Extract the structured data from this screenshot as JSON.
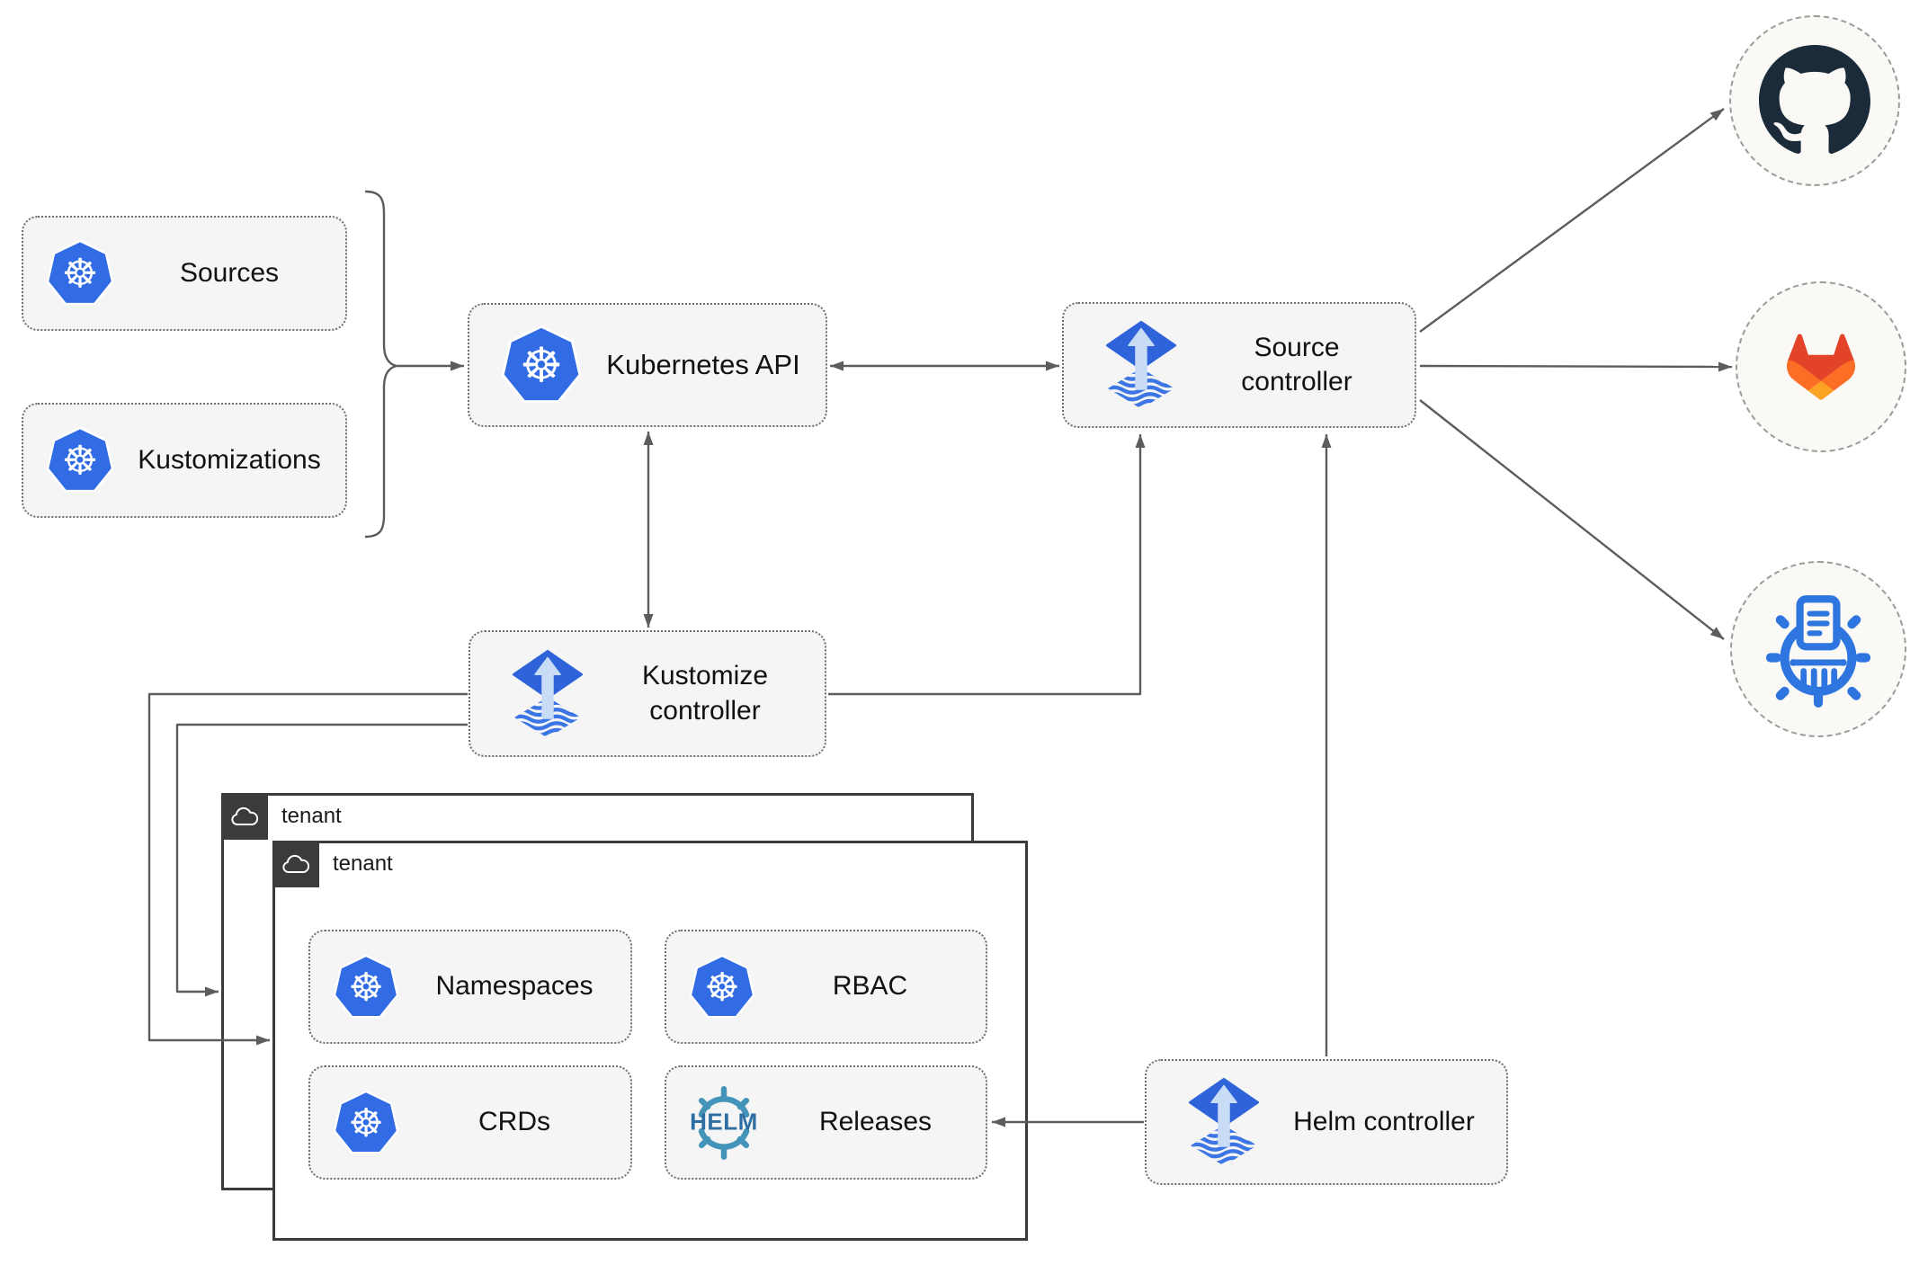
{
  "nodes": {
    "sources": "Sources",
    "kustomizations": "Kustomizations",
    "kubernetes_api": "Kubernetes API",
    "source_controller": "Source controller",
    "kustomize_controller": "Kustomize controller",
    "helm_controller": "Helm controller",
    "namespaces": "Namespaces",
    "rbac": "RBAC",
    "crds": "CRDs",
    "releases": "Releases"
  },
  "groups": {
    "outer_tenant_label": "tenant",
    "inner_tenant_label": "tenant"
  },
  "logos": {
    "helm_text": "HELM"
  },
  "icons": {
    "kubernetes-icon": "blue heptagon with white ship wheel",
    "flux-icon": "blue diamond with light up-arrow over striped diamond",
    "helm-icon": "teal ship wheel with HELM wordmark",
    "github-icon": "dark octocat in ring",
    "gitlab-icon": "orange tanuki fox",
    "helm-museum-icon": "blue ship wheel with document and columns",
    "cloud-icon": "white outline cloud on dark tab"
  },
  "colors": {
    "kubernetes_blue": "#326CE5",
    "flux_blue": "#2E63D9",
    "flux_light": "#C9DCF5",
    "helm_teal": "#4493B8",
    "helm_text_blue": "#2E6FA3",
    "github_dark": "#1B2B3A",
    "gitlab_red": "#E24329",
    "gitlab_orange": "#FC6D26",
    "gitlab_amber": "#FCA326",
    "chartmuseum_blue": "#2F75E0",
    "connector_gray": "#5C5C5C",
    "node_fill": "#F5F5F5",
    "tenant_border": "#3B3B3B",
    "remote_fill": "#FAF9F5"
  }
}
